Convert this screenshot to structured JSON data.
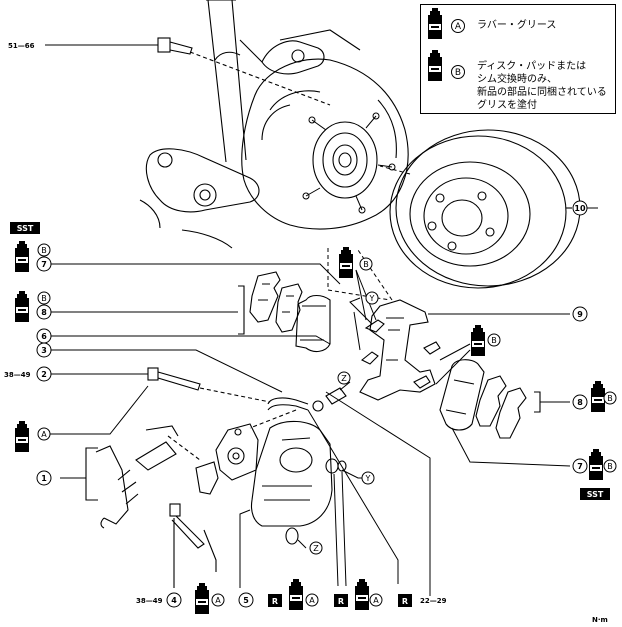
{
  "legend": {
    "a_letter": "A",
    "a_text": "ラバー・グリース",
    "b_letter": "B",
    "b_line1": "ディスク・パッドまたは",
    "b_line2": "シム交換時のみ、",
    "b_line3": "新品の部品に同梱されている",
    "b_line4": "グリスを塗付"
  },
  "torques": {
    "t51_66": "51—66",
    "t38_49_top": "38—49",
    "t38_49_bottom": "38—49",
    "t22_29": "22—29",
    "unit": "N·m"
  },
  "callouts": {
    "n1": "1",
    "n2": "2",
    "n3": "3",
    "n4": "4",
    "n5": "5",
    "n6": "6",
    "n7": "7",
    "n8": "8",
    "n9": "9",
    "n10": "10"
  },
  "letters": {
    "A": "A",
    "B": "B",
    "R": "R",
    "SST": "SST",
    "Y": "Y",
    "Z": "Z"
  }
}
